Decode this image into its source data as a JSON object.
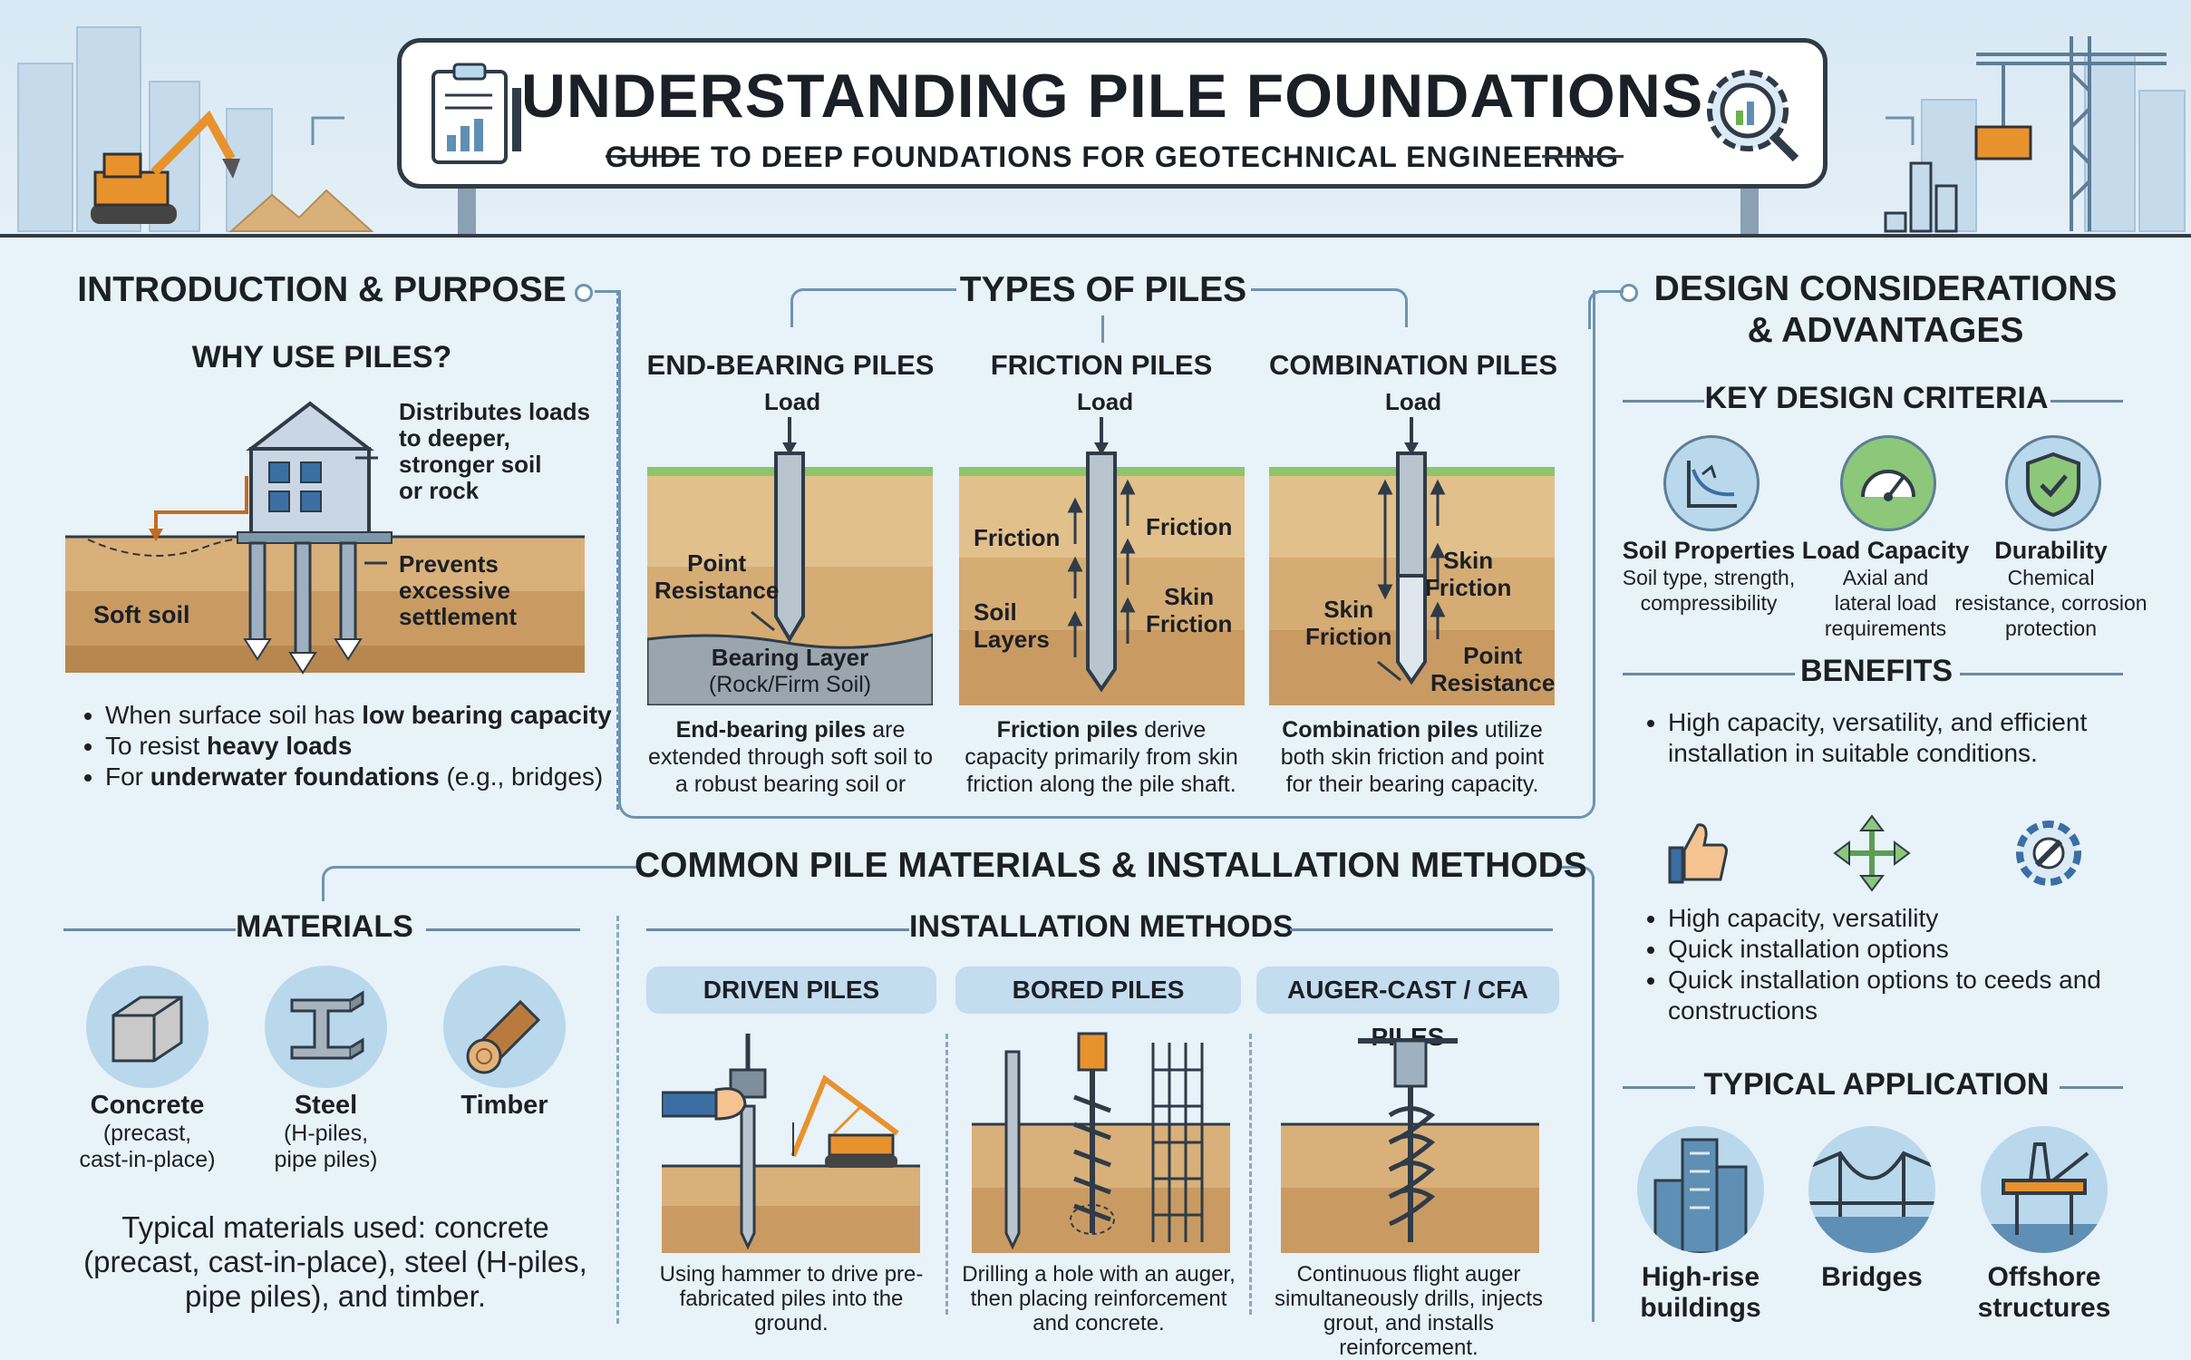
{
  "header": {
    "title": "UNDERSTANDING PILE FOUNDATIONS",
    "subtitle": "GUIDE TO DEEP FOUNDATIONS FOR GEOTECHNICAL ENGINEERING"
  },
  "intro": {
    "heading": "INTRODUCTION & PURPOSE",
    "subheading": "WHY USE PILES?",
    "callout_1": "Distributes loads\nto deeper,\nstronger soil\nor rock",
    "callout_2": "Prevents\nexcessive\nsettlement",
    "soil_label": "Soft soil",
    "bullets": [
      {
        "pre": "When surface soil has ",
        "bold": "low bearing capacity",
        "post": ""
      },
      {
        "pre": "To resist ",
        "bold": "heavy loads",
        "post": ""
      },
      {
        "pre": "For ",
        "bold": "underwater foundations",
        "post": " (e.g., bridges)"
      }
    ]
  },
  "types": {
    "heading": "TYPES OF PILES",
    "load": "Load",
    "end_bearing": {
      "title": "END-BEARING PILES",
      "point_resistance": "Point\nResistance",
      "layer_bold": "Bearing Layer",
      "layer_sub": "(Rock/Firm Soil)",
      "desc_bold": "End-bearing piles",
      "desc": " are extended through soft soil to a robust bearing soil or"
    },
    "friction": {
      "title": "FRICTION PILES",
      "friction": "Friction",
      "soil_layers": "Soil\nLayers",
      "skin_friction": "Skin\nFriction",
      "desc_bold": "Friction piles",
      "desc": " derive capacity primarily from skin friction along the pile shaft."
    },
    "combination": {
      "title": "COMBINATION PILES",
      "skin_friction": "Skin\nFriction",
      "point_resistance": "Point\nResistance",
      "desc_bold": "Combination piles",
      "desc": " utilize both skin friction and point for their bearing capacity."
    }
  },
  "design": {
    "heading": "DESIGN CONSIDERATIONS\n& ADVANTAGES",
    "criteria_heading": "KEY DESIGN CRITERIA",
    "criteria": [
      {
        "title": "Soil Properties",
        "desc": "Soil type, strength,\ncompressibility",
        "icon": "soil-graph-icon"
      },
      {
        "title": "Load Capacity",
        "desc": "Axial and\nlateral load\nrequirements",
        "icon": "gauge-icon"
      },
      {
        "title": "Durability",
        "desc": "Chemical\nresistance, corrosion\nprotection",
        "icon": "shield-check-icon"
      }
    ],
    "benefits_heading": "BENEFITS",
    "benefits_top": "High capacity, versatility, and efficient installation in suitable conditions.",
    "benefits_list": [
      "High capacity, versatility",
      "Quick installation options",
      "Quick installation options to ceeds and constructions"
    ],
    "application_heading": "TYPICAL APPLICATION",
    "applications": [
      {
        "label": "High-rise\nbuildings",
        "icon": "highrise-icon"
      },
      {
        "label": "Bridges",
        "icon": "bridge-icon"
      },
      {
        "label": "Offshore\nstructures",
        "icon": "offshore-icon"
      }
    ]
  },
  "materials_section": {
    "heading": "COMMON PILE MATERIALS & INSTALLATION METHODS",
    "materials_heading": "MATERIALS",
    "materials": [
      {
        "title": "Concrete",
        "desc": "(precast,\ncast-in-place)"
      },
      {
        "title": "Steel",
        "desc": "(H-piles,\npipe piles)"
      },
      {
        "title": "Timber",
        "desc": ""
      }
    ],
    "materials_note": "Typical materials used: concrete (precast, cast-in-place), steel (H-piles, pipe piles), and timber.",
    "installation_heading": "INSTALLATION METHODS",
    "methods": [
      {
        "title": "DRIVEN PILES",
        "desc": "Using hammer to drive pre-fabricated piles into the ground."
      },
      {
        "title": "BORED PILES",
        "desc": "Drilling a hole with an auger, then placing reinforcement and concrete."
      },
      {
        "title": "AUGER-CAST / CFA PILES",
        "desc": "Continuous flight auger simultaneously drills, injects grout, and installs reinforcement."
      }
    ]
  },
  "colors": {
    "accent": "#6e93b0",
    "dark": "#2f3b47",
    "soil": "#d9b07a",
    "grass": "#8fc46a",
    "orange": "#e8922e"
  }
}
